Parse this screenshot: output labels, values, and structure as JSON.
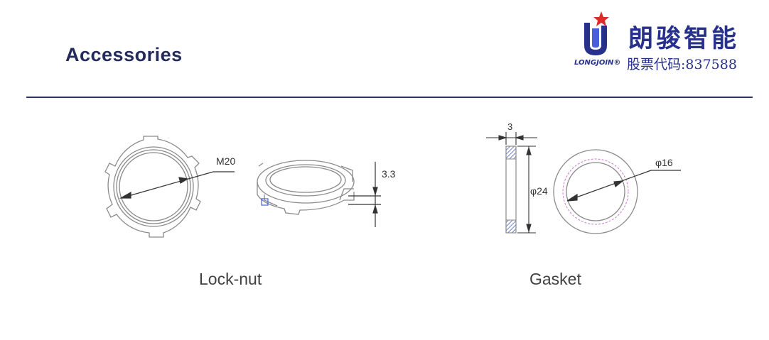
{
  "header": {
    "title": "Accessories"
  },
  "logo": {
    "brand_cn": "朗骏智能",
    "brand_en": "LONGJOIN®",
    "stock_code": "股票代码:837588",
    "colors": {
      "primary": "#27318b",
      "star": "#e02a2a",
      "accent": "#4a5fd6"
    }
  },
  "diagrams": {
    "locknut": {
      "caption": "Lock-nut",
      "diameter_label": "M20",
      "thickness_label": "3.3"
    },
    "gasket": {
      "caption": "Gasket",
      "thickness_label": "3",
      "outer_diameter_label": "φ24",
      "inner_diameter_label": "φ16"
    }
  },
  "colors": {
    "heading": "#232a5c",
    "divider": "#2e3566",
    "line": "#8a8a8a",
    "dimension": "#333333",
    "hatch": "#5060b0",
    "dashed_circle": "#d07ad0"
  }
}
